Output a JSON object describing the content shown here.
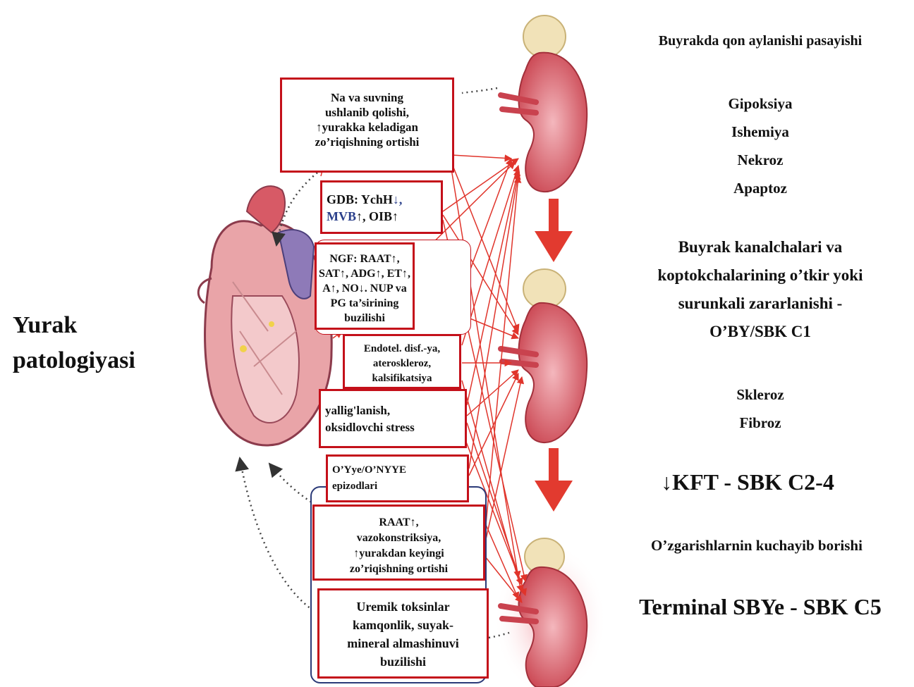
{
  "left_title": {
    "line1": "Yurak",
    "line2": "patologiyasi"
  },
  "boxes": {
    "na_water": [
      "Na va suvning",
      "ushlanib qolishi,",
      "↑yurakka keladigan",
      "zo’riqishning ortishi"
    ],
    "gdb": {
      "prefix": "GDB: YchH",
      "arrow1": "↓,",
      "mvb": "MVB",
      "rest": "↑, OIB↑"
    },
    "ngf": [
      "NGF: RAAT↑,",
      "SAT↑, ADG↑, ET↑,",
      "A↑, NO↓. NUP va",
      "PG ta’sirining",
      "buzilishi"
    ],
    "endotel": [
      "Endotel. disf.-ya,",
      "ateroskleroz,",
      "kalsifikatsiya"
    ],
    "inflam": [
      "yallig'lanish,",
      "oksidlovchi stress"
    ],
    "oye": [
      "O’Yye/O’NYYE",
      "epizodlari"
    ],
    "raat": [
      "RAAT↑,",
      "vazokonstriksiya,",
      "↑yurakdan keyingi",
      "zo’riqishning ortishi"
    ],
    "uremic": [
      "Uremik toksinlar",
      "kamqonlik, suyak-",
      "mineral almashinuvi",
      "buzilishi"
    ]
  },
  "right": {
    "r1": "Buyrakda qon aylanishi pasayishi",
    "r2": [
      "Gipoksiya",
      "Ishemiya",
      "Nekroz",
      "Apaptoz"
    ],
    "r3": [
      "Buyrak kanalchalari va",
      "koptokchalarining o’tkir yoki",
      "surunkali zararlanishi -",
      "O’BY/SBK C1"
    ],
    "r4": [
      "Skleroz",
      "Fibroz"
    ],
    "r5": "↓KFT - SBK C2-4",
    "r6": "O’zgarishlarnin kuchayib borishi",
    "r7": "Terminal SBYe - SBK C5"
  },
  "colors": {
    "accent_red": "#c4101a",
    "arrow_red": "#e0342b",
    "kidney": "#c9424e",
    "navy": "#2b3a78"
  }
}
